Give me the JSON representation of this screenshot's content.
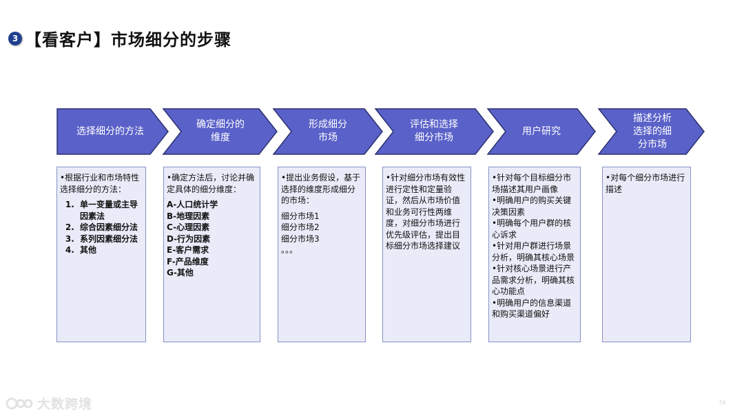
{
  "header": {
    "badge": "3",
    "title": "【看客户】市场细分的步骤"
  },
  "steps": [
    {
      "label": "选择细分的方法"
    },
    {
      "label": "确定细分的\n维度"
    },
    {
      "label": "形成细分\n市场"
    },
    {
      "label": "评估和选择\n细分市场"
    },
    {
      "label": "用户研究"
    },
    {
      "label": "描述分析\n选择的细\n分市场"
    }
  ],
  "details": {
    "col1": {
      "intro": "•根据行业和市场特性选择细分的方法：",
      "items": [
        "单一变量或主导因素法",
        "综合因素细分法",
        "系列因素细分法",
        "其他"
      ]
    },
    "col2": {
      "intro": "•确定方法后，讨论并确定具体的细分维度：",
      "items": [
        "A-人口统计学",
        "B-地理因素",
        "C-心理因素",
        "D-行为因素",
        "E-客户需求",
        "F-产品维度",
        "G-其他"
      ]
    },
    "col3": {
      "intro": "•提出业务假设，基于选择的维度形成细分的市场：",
      "items": [
        "细分市场1",
        "细分市场2",
        "细分市场3",
        "。。。"
      ]
    },
    "col4": {
      "text": "•针对细分市场有效性进行定性和定量验证，然后从市场价值和业务可行性两维度，对细分市场进行优先级评估，提出目标细分市场选择建议"
    },
    "col5": {
      "items": [
        "•针对每个目标细分市场描述其用户画像",
        "•明确用户的购买关键决策因素",
        "•明确每个用户群的核心诉求",
        "•针对用户群进行场景分析，明确其核心场景",
        "•针对核心场景进行产品需求分析，明确其核心功能点",
        "•明确用户的信息渠道和购买渠道偏好"
      ]
    },
    "col6": {
      "text": "•对每个细分市场进行描述"
    }
  },
  "footer": {
    "watermark": "大数跨境",
    "page_number": "56"
  },
  "colors": {
    "arrow_fill": "#5a61c8",
    "arrow_border": "#2c3170",
    "box_fill": "#e9ecf8",
    "box_border": "#8790c4",
    "badge": "#1f3f8f"
  }
}
